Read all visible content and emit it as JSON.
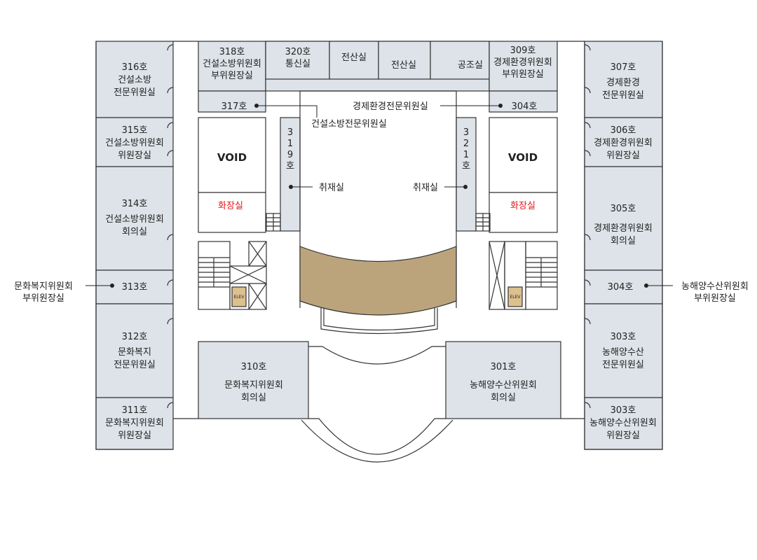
{
  "colors": {
    "room": "#dde3e8",
    "stage": "#bba47c",
    "elevator": "#dcc08e",
    "toilet_label": "#e8141b"
  },
  "rooms": {
    "r316": [
      "316호",
      "건설소방",
      "전문위원실"
    ],
    "r315": [
      "315호",
      "건설소방위원회",
      "위원장실"
    ],
    "r314": [
      "314호",
      "건설소방위원회",
      "회의실"
    ],
    "r313": [
      "313호"
    ],
    "r312": [
      "312호",
      "문화복지",
      "전문위원실"
    ],
    "r311": [
      "311호",
      "문화복지위원회",
      "위원장실"
    ],
    "r318": [
      "318호",
      "건설소방위원회",
      "부위원장실"
    ],
    "r320": [
      "320호",
      "통신실"
    ],
    "it1": [
      "전산실"
    ],
    "it2": [
      "전산실"
    ],
    "hvac": [
      "공조실"
    ],
    "r309": [
      "309호",
      "경제환경위원회",
      "부위원장실"
    ],
    "r317": [
      "317호"
    ],
    "r304a": [
      "304호"
    ],
    "r319": [
      "3",
      "1",
      "9",
      "호"
    ],
    "r321": [
      "3",
      "2",
      "1",
      "호"
    ],
    "void_l": [
      "VOID"
    ],
    "void_r": [
      "VOID"
    ],
    "toilet_l": [
      "화장실"
    ],
    "toilet_r": [
      "화장실"
    ],
    "r307": [
      "307호",
      "경제환경",
      "전문위원실"
    ],
    "r306": [
      "306호",
      "경제환경위원회",
      "위원장실"
    ],
    "r305": [
      "305호",
      "경제환경위원회",
      "회의실"
    ],
    "r304b": [
      "304호"
    ],
    "r303a": [
      "303호",
      "농해양수산",
      "전문위원실"
    ],
    "r303b": [
      "303호",
      "농해양수산위원회",
      "위원장실"
    ],
    "r310": [
      "310호",
      "문화복지위원회",
      "회의실"
    ],
    "r301": [
      "301호",
      "농해양수산위원회",
      "회의실"
    ],
    "elev_l": [
      "ELEV"
    ],
    "elev_r": [
      "ELEV"
    ]
  },
  "callouts": {
    "econ_expert": "경제환경전문위원실",
    "fire_expert": "건설소방전문위원실",
    "press_l": "취재실",
    "press_r": "취재실",
    "culture_vice": [
      "문화복지위원회",
      "부위원장실"
    ],
    "agri_vice": [
      "농해양수산위원회",
      "부위원장실"
    ]
  }
}
